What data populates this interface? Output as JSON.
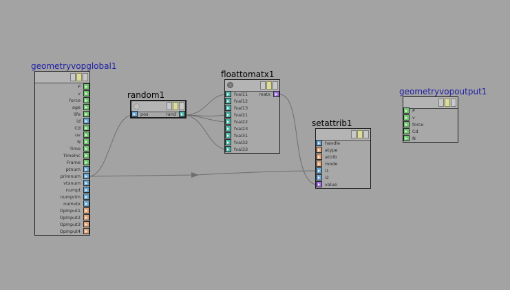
{
  "nodes": {
    "geometryvopglobal1": {
      "title": "geometryvopglobal1",
      "outputs": [
        "P",
        "v",
        "force",
        "age",
        "life",
        "id",
        "Cd",
        "uv",
        "N",
        "Time",
        "TimeInc",
        "Frame",
        "ptnum",
        "primnum",
        "vtxnum",
        "numpt",
        "numprim",
        "numvtx",
        "OpInput1",
        "OpInput2",
        "OpInput3",
        "OpInput4"
      ],
      "output_types": [
        "green",
        "green",
        "green",
        "green",
        "green",
        "blue",
        "green",
        "green",
        "green",
        "green",
        "green",
        "green",
        "blue",
        "blue",
        "blue",
        "blue",
        "blue",
        "blue",
        "orange",
        "orange",
        "orange",
        "orange"
      ]
    },
    "random1": {
      "title": "random1",
      "inputs": [
        "pos"
      ],
      "outputs": [
        "rand"
      ]
    },
    "floattomatx1": {
      "title": "floattomatx1",
      "inputs": [
        "fval11",
        "fval12",
        "fval13",
        "fval21",
        "fval22",
        "fval23",
        "fval31",
        "fval32",
        "fval33"
      ],
      "outputs": [
        "matx"
      ]
    },
    "setattrib1": {
      "title": "setattrib1",
      "inputs": [
        "handle",
        "atype",
        "attrib",
        "mode",
        "i1",
        "i2",
        "value"
      ],
      "input_types": [
        "blue",
        "orange",
        "orange",
        "orange",
        "blue",
        "blue",
        "purple"
      ]
    },
    "geometryvopoutput1": {
      "title": "geometryvopoutput1",
      "inputs": [
        "P",
        "v",
        "force",
        "Cd",
        "N"
      ]
    }
  },
  "colors": {
    "background": "#a3a3a3",
    "node_body": "#a8a8a8",
    "wire": "#6e6e6e",
    "title_blue": "#1f1fa8",
    "port_green": "#6ec66e",
    "port_blue": "#6aa8d8",
    "port_orange": "#e0a478",
    "port_purple": "#a070e0",
    "port_teal": "#4cb6a8"
  }
}
